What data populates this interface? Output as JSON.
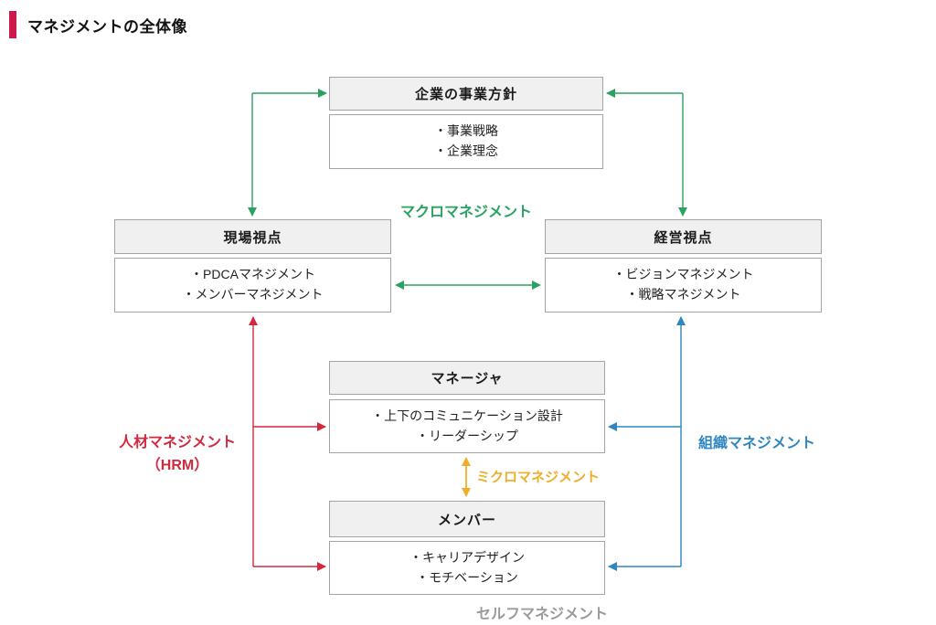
{
  "title": "マネジメントの全体像",
  "diagram": {
    "boxes": {
      "policy": {
        "header": "企業の事業方針",
        "items": [
          "・事業戦略",
          "・企業理念"
        ]
      },
      "field": {
        "header": "現場視点",
        "items": [
          "・PDCAマネジメント",
          "・メンバーマネジメント"
        ]
      },
      "executive": {
        "header": "経営視点",
        "items": [
          "・ビジョンマネジメント",
          "・戦略マネジメント"
        ]
      },
      "manager": {
        "header": "マネージャ",
        "items": [
          "・上下のコミュニケーション設計",
          "・リーダーシップ"
        ]
      },
      "member": {
        "header": "メンバー",
        "items": [
          "・キャリアデザイン",
          "・モチベーション"
        ]
      }
    },
    "labels": {
      "macro": "マクロマネジメント",
      "micro": "ミクロマネジメント",
      "hrm_line1": "人材マネジメント",
      "hrm_line2": "（HRM）",
      "organization": "組織マネジメント",
      "self": "セルフマネジメント"
    },
    "colors": {
      "accent_bar": "#cc1a4d",
      "macro_green": "#2aa361",
      "hrm_red": "#d2293e",
      "organization_blue": "#2f86c0",
      "micro_yellow": "#eeae2a",
      "self_gray": "#9a9a9a",
      "box_header_bg": "#f0f0f0",
      "box_border": "#a3a3a3"
    }
  }
}
